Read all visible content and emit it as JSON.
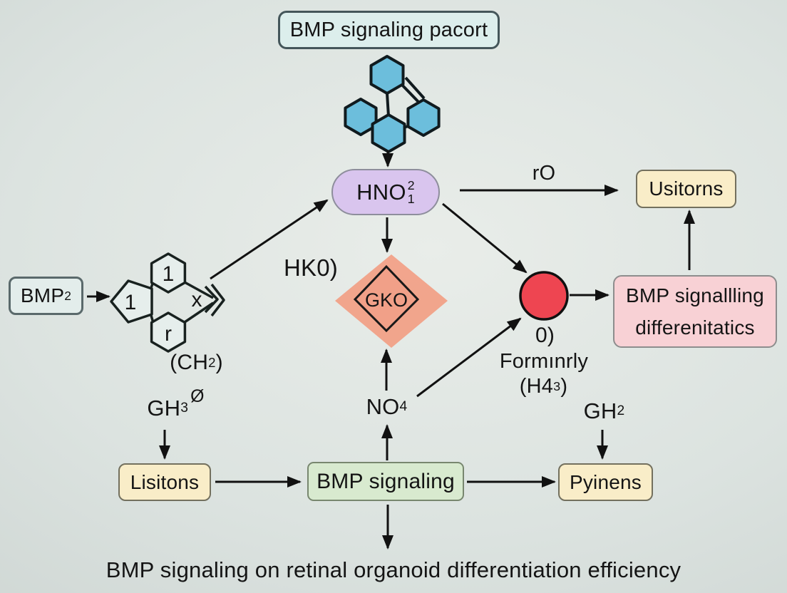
{
  "title_box": "BMP signaling pacort",
  "caption": "BMP signaling on retinal organoid differentiation efficiency",
  "nodes": {
    "hno": {
      "base": "HNO",
      "sup": "2",
      "sub": "1"
    },
    "usitorns": "Usitorns",
    "bmp2": {
      "base": "BMP",
      "sup": "2"
    },
    "gko": "GKO",
    "pink_line1": "BMP signallling",
    "pink_line2": "differenitatics",
    "lisitons": "Lisitons",
    "bmp_signaling": "BMP signaling",
    "pyinens": "Pyinens"
  },
  "labels": {
    "ro": "rO",
    "hk0": "HK0)",
    "ch2": {
      "pre": "(CH",
      "sub": "2",
      "post": ")"
    },
    "gh3": {
      "base": "GH",
      "sub": "3",
      "sup": "Ø"
    },
    "no4": {
      "base": "NO",
      "sub": "4"
    },
    "gh2": {
      "base": "GH",
      "sub": "2"
    },
    "zero": "0)",
    "forminrly": "Formınrly",
    "h43": {
      "pre": "(H4",
      "sub": "3",
      "post": ")"
    },
    "struct_pent": "1",
    "struct_hex_top": "1",
    "struct_hex_bottom": "r",
    "struct_x": "x"
  },
  "colors": {
    "background_inner": "#e9ede9",
    "background_outer": "#c6cecb",
    "hexagon_blue": "#6cbedc",
    "title_box_fill": "#dceeec",
    "hno_fill": "#d9c5ee",
    "yellow_fill": "#f9edc8",
    "salmon_fill": "#f29b80",
    "red_circle_fill": "#ee4551",
    "pink_fill": "#f8d1d5",
    "green_fill": "#d8eacf",
    "pale_structure_fill": "#e6eeec",
    "line_color": "#111111"
  }
}
